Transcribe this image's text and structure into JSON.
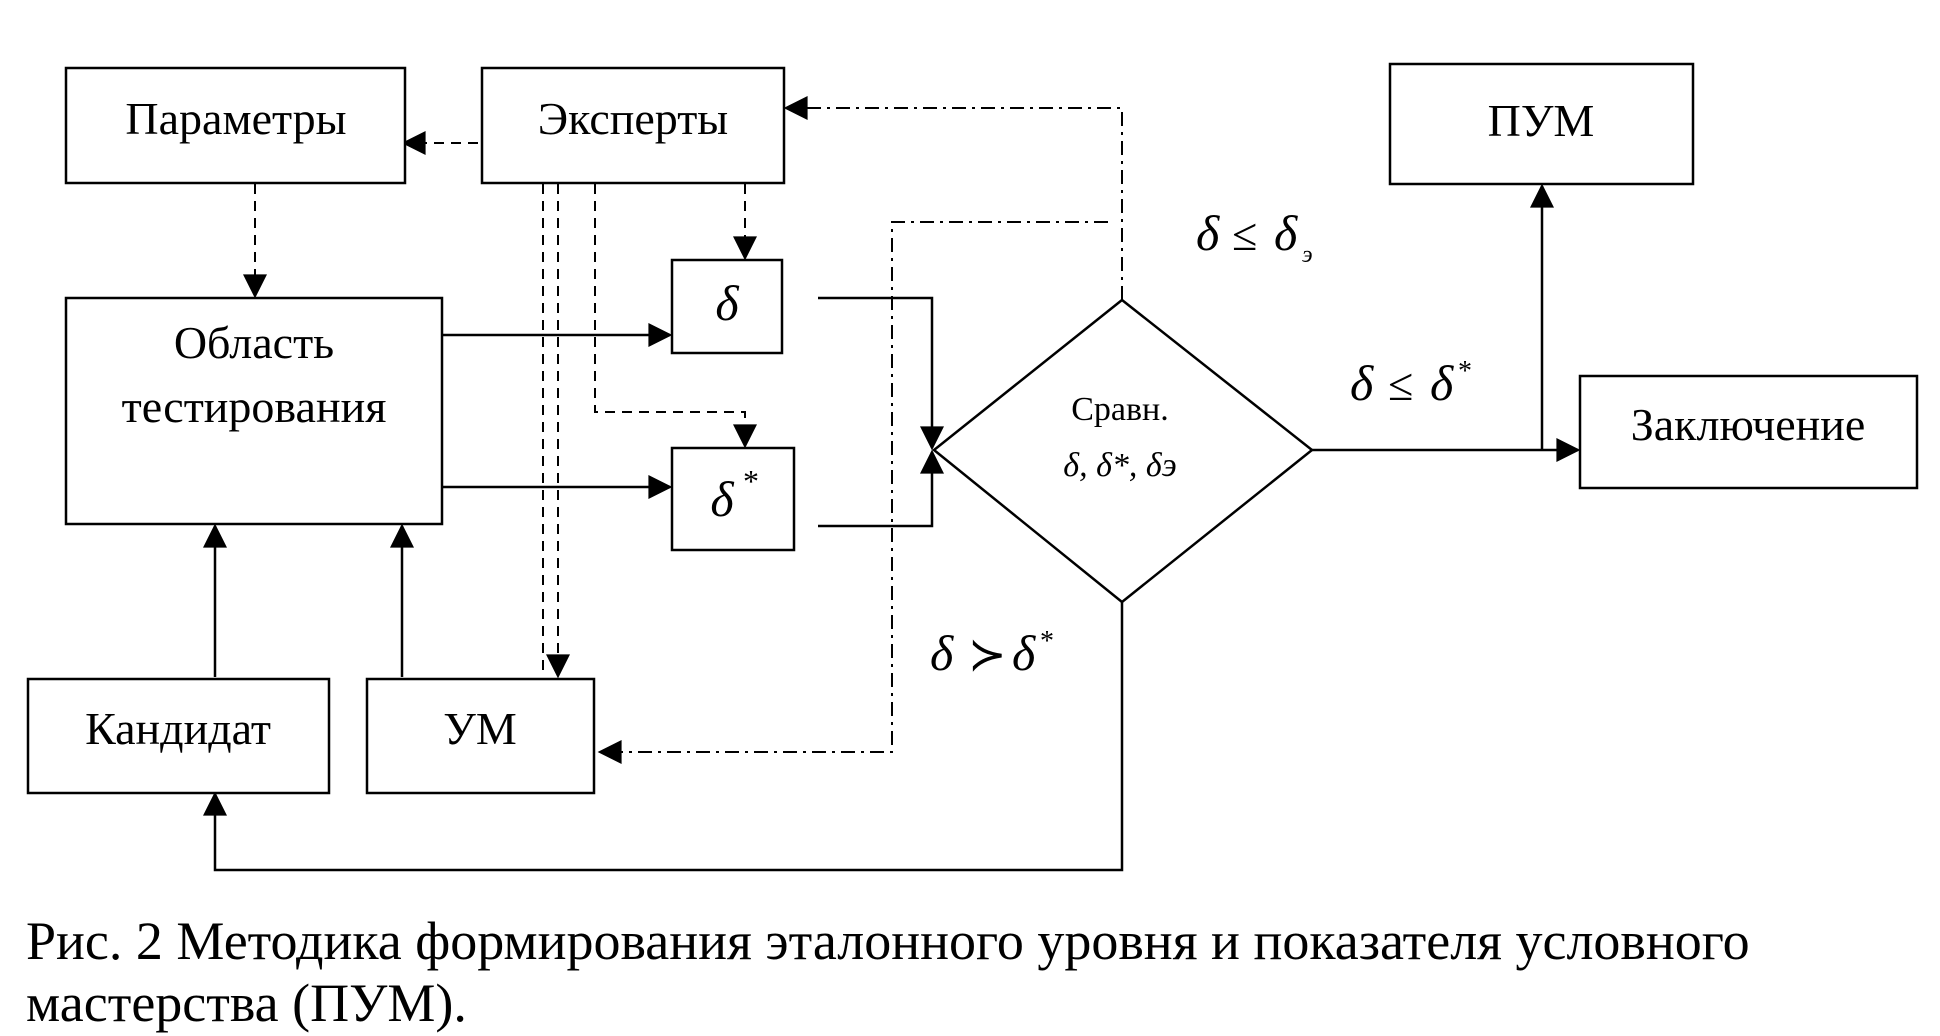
{
  "nodes": {
    "parametry": "Параметры",
    "eksperty": "Эксперты",
    "oblast_line1": "Область",
    "oblast_line2": "тестирования",
    "delta": "δ",
    "delta_star_base": "δ",
    "star": "*",
    "kandidat": "Кандидат",
    "um": "УМ",
    "compare_title": "Сравн.",
    "compare_vars": "δ, δ*, δэ",
    "pum": "ПУМ",
    "zaklyuchenie": "Заключение"
  },
  "conditions": {
    "le_expert": {
      "lhs": "δ",
      "op": "≤",
      "rhs": "δ",
      "sub": "э"
    },
    "le_star": {
      "lhs": "δ",
      "op": "≤",
      "rhs": "δ",
      "sup": "*"
    },
    "succ_star": {
      "lhs": "δ",
      "op": "≻",
      "rhs": "δ",
      "sup": "*"
    }
  },
  "caption": "Рис. 2 Методика формирования эталонного уровня и показателя условного мастерства (ПУМ)."
}
